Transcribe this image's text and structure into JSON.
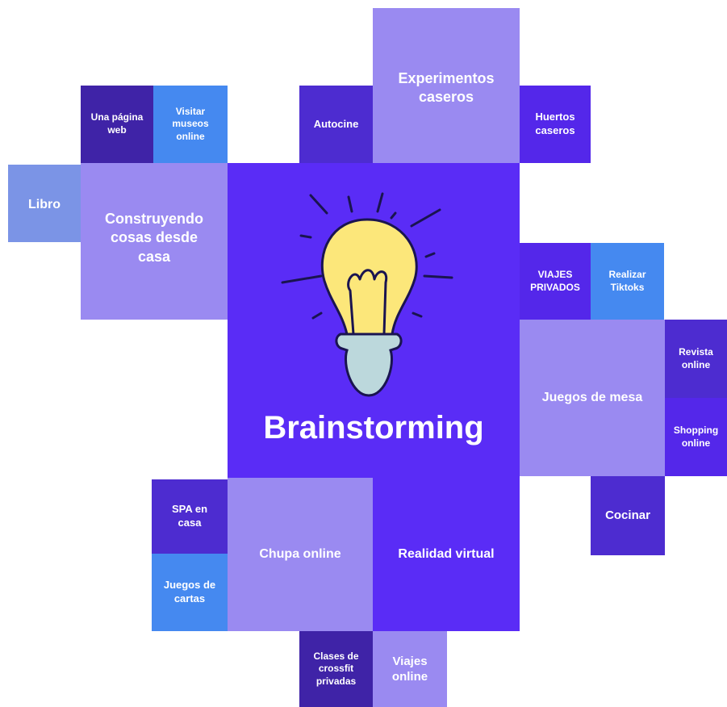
{
  "colors": {
    "lavender": "#9a8af1",
    "violet": "#5427ea",
    "blue": "#4589f0",
    "dark_purple": "#3f23a7",
    "purple": "#4d2cd0",
    "periwinkle": "#7b94e6",
    "main": "#5a2cf6",
    "bulb_yellow": "#fce77a",
    "bulb_base": "#bcd8dc"
  },
  "center": {
    "title": "Brainstorming",
    "icon": "lightbulb-icon"
  },
  "tiles": {
    "experimentos": "Experimentos\ncaseros",
    "autocine": "Autocine",
    "huertos": "Huertos\ncaseros",
    "pagina_web": "Una página\nweb",
    "museos": "Visitar\nmuseos\nonline",
    "libro": "Libro",
    "construyendo": "Construyendo\ncosas desde\ncasa",
    "viajes_privados": "VIAJES\nPRIVADOS",
    "tiktoks": "Realizar\nTiktoks",
    "juegos_mesa": "Juegos de mesa",
    "revista": "Revista\nonline",
    "shopping": "Shopping\nonline",
    "cocinar": "Cocinar",
    "spa": "SPA en\ncasa",
    "chupa": "Chupa online",
    "realidad": "Realidad virtual",
    "juegos_cartas": "Juegos de\ncartas",
    "crossfit": "Clases de\ncrossfit\nprivadas",
    "viajes_online": "Viajes\nonline"
  }
}
